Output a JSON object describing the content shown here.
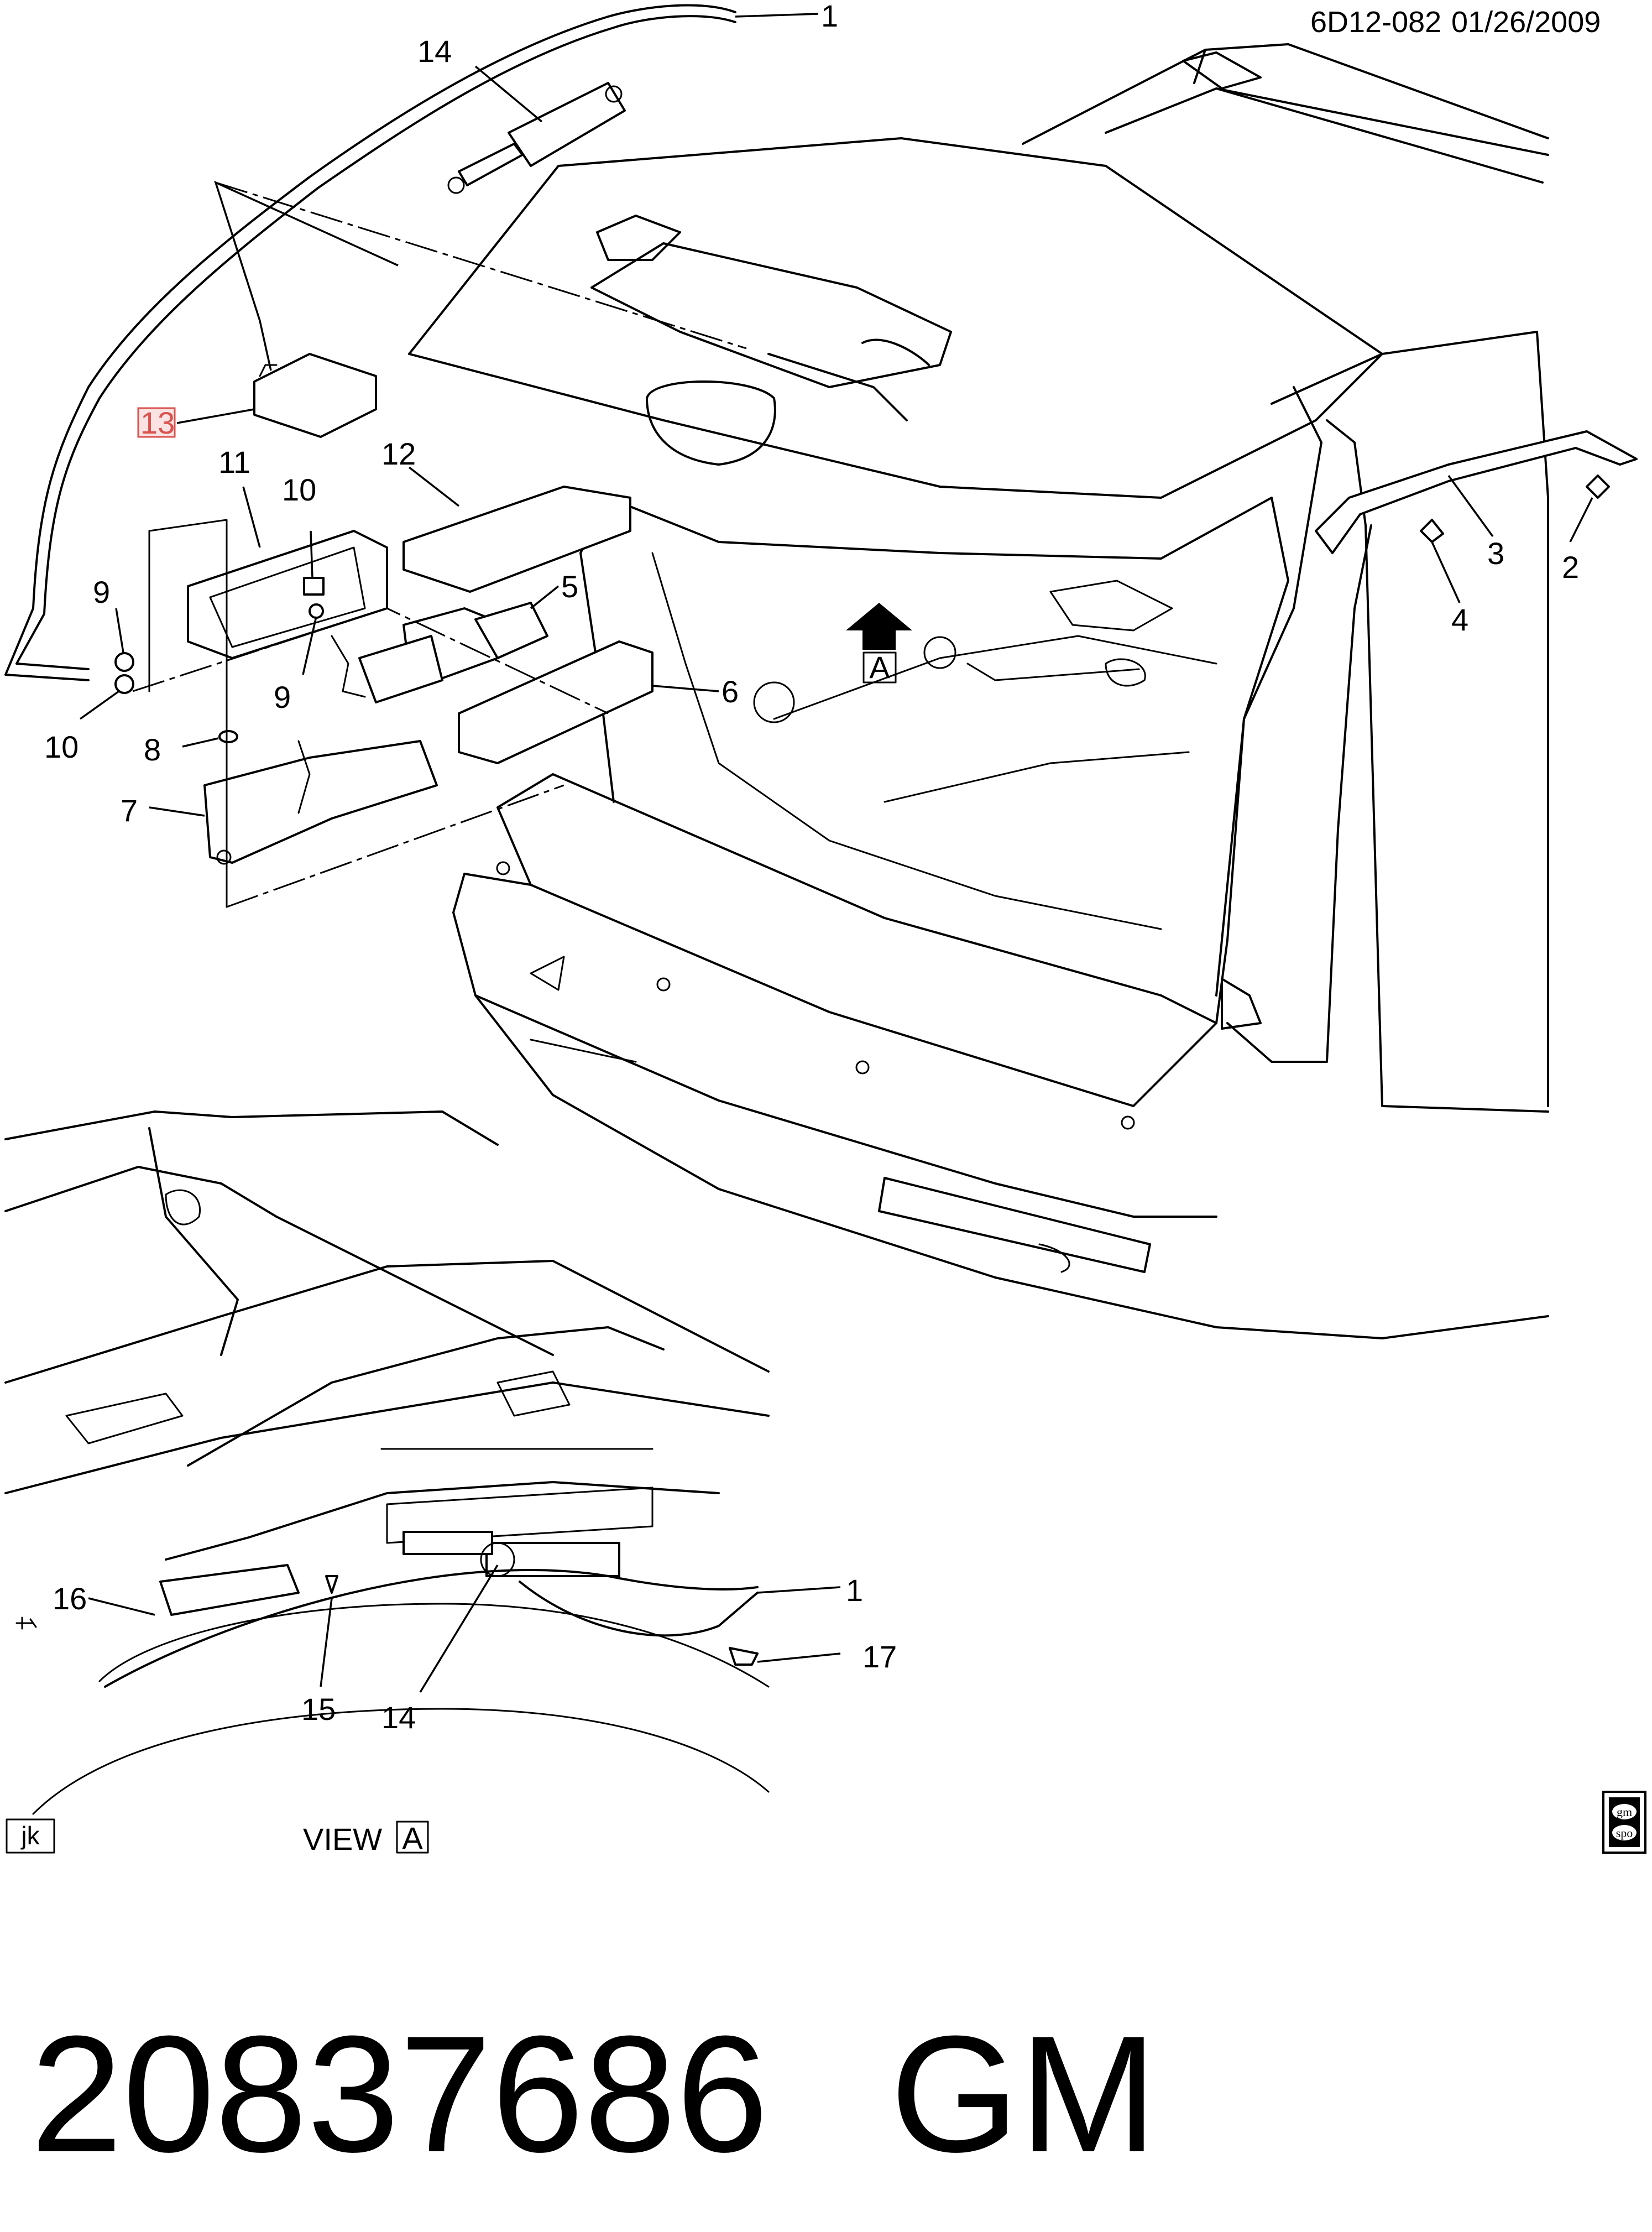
{
  "header": {
    "doc_code": "6D12-082",
    "date": "01/26/2009"
  },
  "callouts": {
    "c1_top": "1",
    "c14_top": "14",
    "c13": "13",
    "c11": "11",
    "c12": "12",
    "c10_a": "10",
    "c9_a": "9",
    "c5": "5",
    "c9_b": "9",
    "c10_b": "10",
    "c6": "6",
    "c8": "8",
    "c7": "7",
    "c3": "3",
    "c2": "2",
    "c4": "4",
    "c16": "16",
    "c1_bottom": "1",
    "c17": "17",
    "c15": "15",
    "c14_bottom": "14"
  },
  "view_marker": {
    "arrow_letter": "A",
    "view_label": "VIEW",
    "view_letter": "A"
  },
  "corner_tags": {
    "left_tag": "jk",
    "logo_line1": "gm",
    "logo_line2": "spo"
  },
  "footer": {
    "part_number": "20837686",
    "brand": "GM"
  },
  "highlight_color": "#d9534f"
}
